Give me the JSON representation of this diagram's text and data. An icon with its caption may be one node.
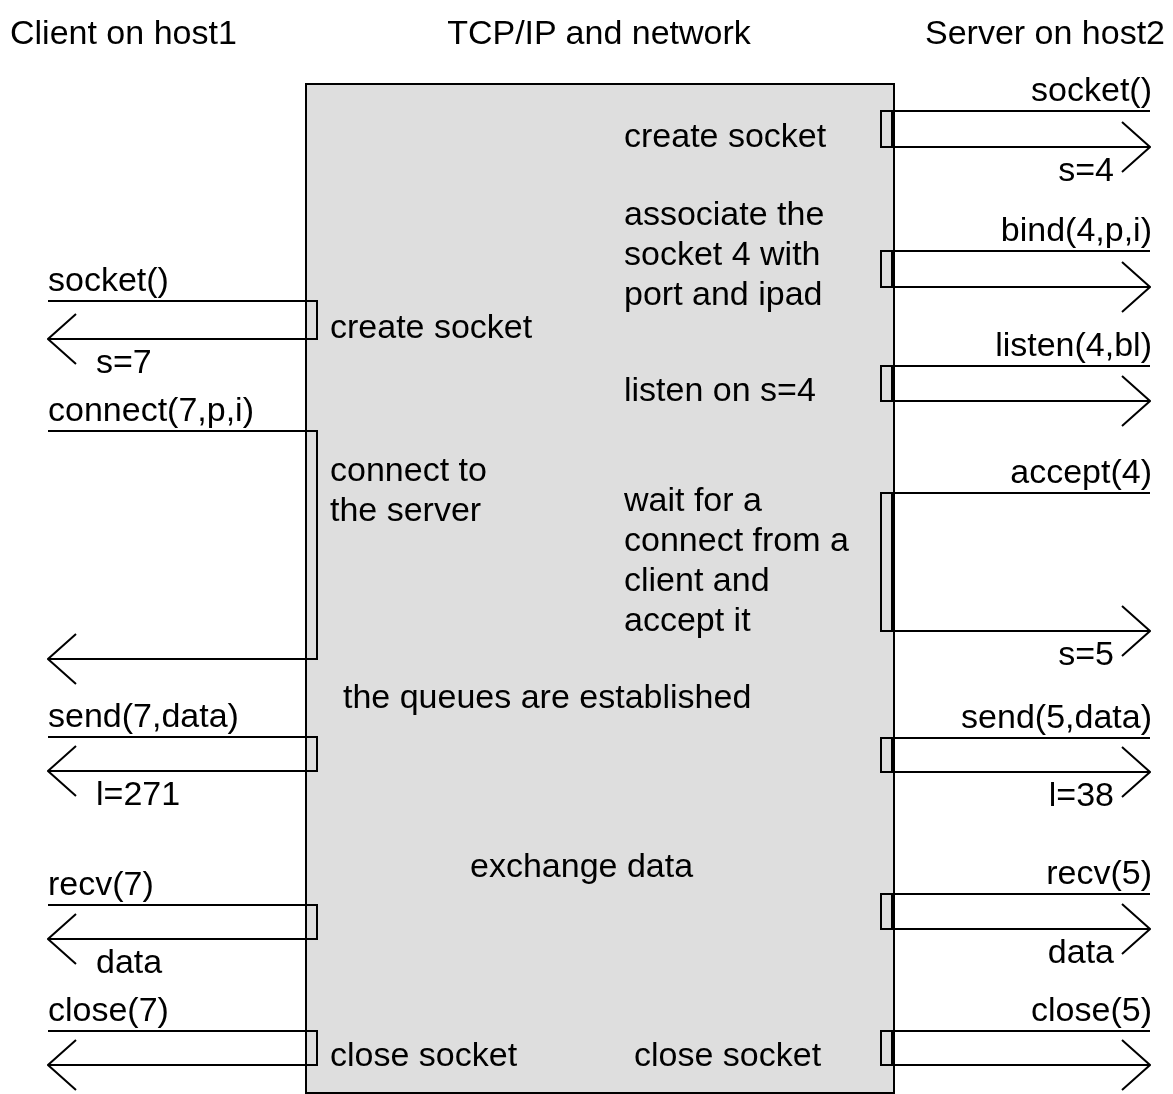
{
  "diagram": {
    "nodes": [
      {
        "text": [
          "TCP/IP and network"
        ]
      },
      {
        "text": [
          "create socket"
        ],
        "in": 0
      },
      {
        "text": [
          "associate the socket 4 with port and ipad"
        ],
        "in": 0
      },
      {
        "text": [
          "create socket"
        ],
        "in": 0
      },
      {
        "text": [
          "listen on s=4"
        ],
        "in": 0
      },
      {
        "text": [
          "connect to the server"
        ],
        "in": 0
      },
      {
        "text": [
          "wait for a connect from a client and accept it"
        ],
        "in": 0
      },
      {
        "text": [],
        "shape": "bar",
        "in": 0
      },
      {
        "text": [],
        "shape": "bar",
        "in": 0
      },
      {
        "text": [],
        "shape": "bar",
        "in": 0
      },
      {
        "text": [],
        "shape": "bar",
        "in": 0
      },
      {
        "text": [
          "close socket"
        ],
        "in": 0
      },
      {
        "text": [
          "close socket"
        ],
        "in": 0
      }
    ],
    "edges": [
      {
        "from": null,
        "to": 1,
        "arrow": "none",
        "label": "socket()"
      },
      {
        "from": 1,
        "to": null,
        "arrow": "to",
        "label": "s=4"
      },
      {
        "from": null,
        "to": 2,
        "arrow": "none",
        "label": "bind(4,p,i)"
      },
      {
        "from": 2,
        "to": null,
        "arrow": "to"
      },
      {
        "from": null,
        "to": 3,
        "arrow": "none",
        "label": "socket()"
      },
      {
        "from": 3,
        "to": null,
        "arrow": "to",
        "label": "s=7"
      },
      {
        "from": null,
        "to": 4,
        "arrow": "none",
        "label": "listen(4,bl)"
      },
      {
        "from": 4,
        "to": null,
        "arrow": "to"
      },
      {
        "from": null,
        "to": 5,
        "arrow": "none",
        "label": "connect(7,p,i)"
      },
      {
        "from": 5,
        "to": null,
        "arrow": "to"
      },
      {
        "from": null,
        "to": 6,
        "arrow": "none",
        "label": "accept(4)"
      },
      {
        "from": 6,
        "to": null,
        "arrow": "to",
        "label": "s=5"
      },
      {
        "from": null,
        "to": 7,
        "arrow": "none",
        "label": "send(7,data)"
      },
      {
        "from": 7,
        "to": null,
        "arrow": "to",
        "label": "l=271"
      },
      {
        "from": null,
        "to": 8,
        "arrow": "none",
        "label": "send(5,data)"
      },
      {
        "from": 8,
        "to": null,
        "arrow": "to",
        "label": "l=38"
      },
      {
        "from": null,
        "to": 9,
        "arrow": "none",
        "label": "recv(7)"
      },
      {
        "from": 9,
        "to": null,
        "arrow": "to",
        "label": "data"
      },
      {
        "from": null,
        "to": 10,
        "arrow": "none",
        "label": "recv(5)"
      },
      {
        "from": 10,
        "to": null,
        "arrow": "to",
        "label": "data"
      },
      {
        "from": null,
        "to": 11,
        "arrow": "none",
        "label": "close(7)"
      },
      {
        "from": 11,
        "to": null,
        "arrow": "to"
      },
      {
        "from": null,
        "to": 12,
        "arrow": "none",
        "label": "close(5)"
      },
      {
        "from": 12,
        "to": null,
        "arrow": "to"
      }
    ],
    "labels": [
      "Client on host1",
      "Server on host2",
      "the queues are established",
      "exchange data"
    ]
  }
}
